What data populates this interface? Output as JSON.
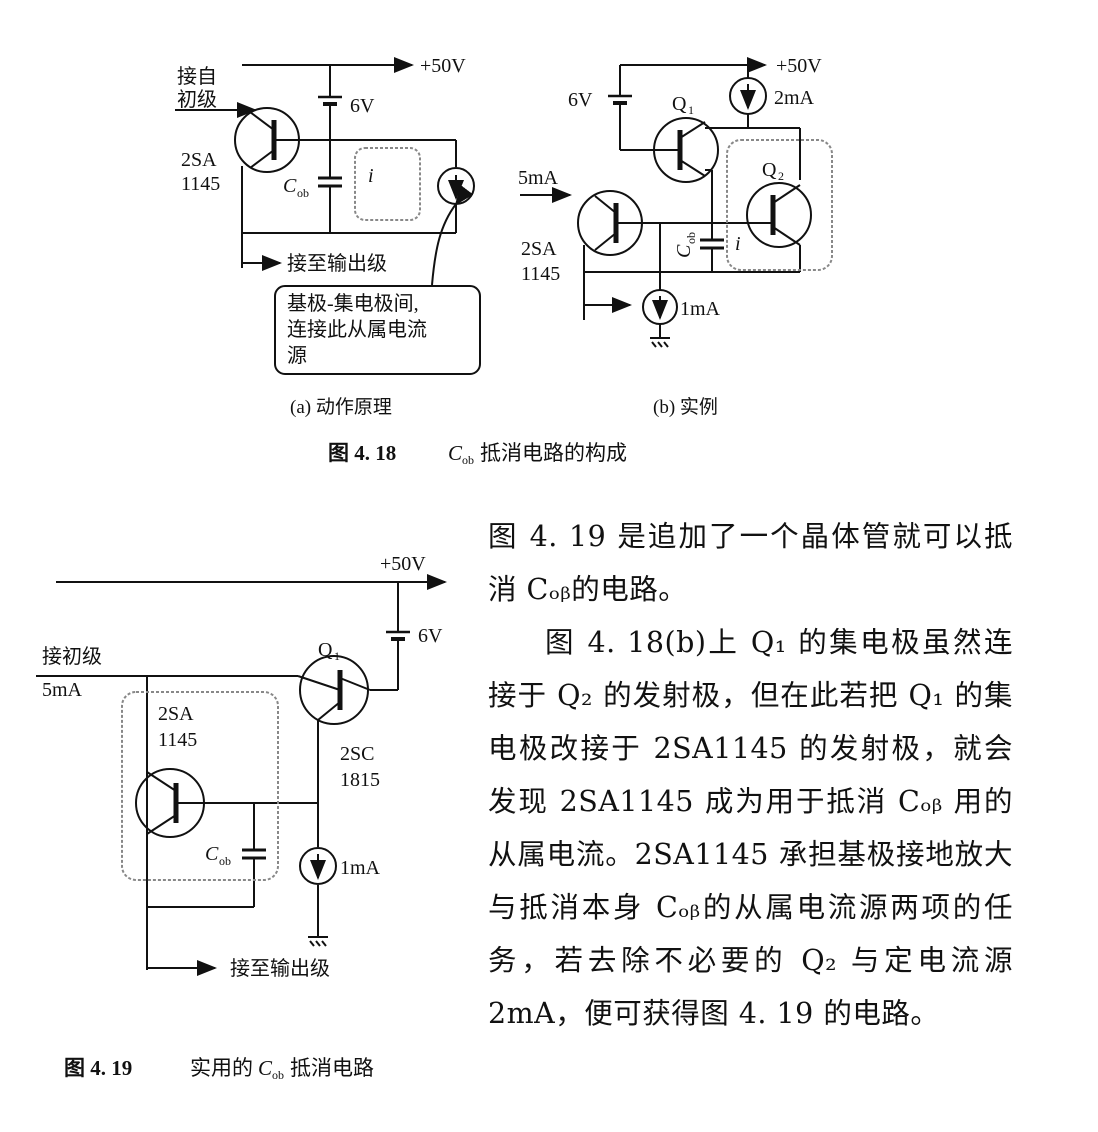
{
  "fig418": {
    "a": {
      "supply": "+50V",
      "battery": "6V",
      "input_label_line1": "接自",
      "input_label_line2": "初级",
      "transistor_line1": "2SA",
      "transistor_line2": "1145",
      "cap_label": "C",
      "cap_sub": "ob",
      "current_label": "i",
      "output_label": "接至输出级",
      "callout_line1": "基极-集电极间,",
      "callout_line2": "连接此从属电流",
      "callout_line3": "源",
      "caption": "(a) 动作原理"
    },
    "b": {
      "supply": "+50V",
      "battery": "6V",
      "current_2mA": "2mA",
      "q1": "Q",
      "q1_sub": "1",
      "q2": "Q",
      "q2_sub": "2",
      "input_current": "5mA",
      "transistor_line1": "2SA",
      "transistor_line2": "1145",
      "cap_label": "C",
      "cap_sub": "ob",
      "current_label": "i",
      "current_1mA": "1mA",
      "caption": "(b) 实例"
    },
    "title_num": "图 4. 18",
    "title_c": "C",
    "title_sub": "ob",
    "title_rest": "抵消电路的构成"
  },
  "fig419": {
    "supply": "+50V",
    "battery": "6V",
    "q1": "Q",
    "q1_sub": "1",
    "input_label": "接初级",
    "input_current": "5mA",
    "transistor1_line1": "2SA",
    "transistor1_line2": "1145",
    "transistor2_line1": "2SC",
    "transistor2_line2": "1815",
    "cap_label": "C",
    "cap_sub": "ob",
    "current_1mA": "1mA",
    "output_label": "接至输出级",
    "title_num": "图 4. 19",
    "title_pre": "实用的",
    "title_c": "C",
    "title_sub": "ob",
    "title_rest": "抵消电路"
  },
  "body": {
    "p1": "图 4. 19 是追加了一个晶体管就可以抵消 Cₒᵦ的电路。",
    "p2": "图 4. 18(b)上 Q₁ 的集电极虽然连接于 Q₂ 的发射极，但在此若把 Q₁ 的集电极改接于 2SA1145 的发射极，就会发现 2SA1145 成为用于抵消 Cₒᵦ 用的从属电流。2SA1145 承担基极接地放大与抵消本身 Cₒᵦ的从属电流源两项的任务，若去除不必要的 Q₂ 与定电流源 2mA，便可获得图 4. 19 的电路。"
  }
}
